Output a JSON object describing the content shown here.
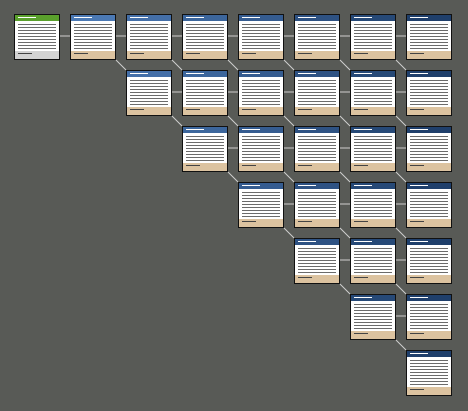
{
  "diagram": {
    "columns": 8,
    "rows": 7,
    "colors": {
      "background": "#585a56",
      "connector": "#cfcfcf",
      "root_header": "#5aa02c",
      "root_footer": "#d3d3d3",
      "node_header_start": "#4b79b4",
      "node_header_end": "#1f3f6b",
      "node_footer": "#dcc3a0"
    },
    "nodes": [
      {
        "col": 0,
        "row": 0,
        "kind": "root"
      },
      {
        "col": 1,
        "row": 0,
        "kind": "node"
      },
      {
        "col": 2,
        "row": 0,
        "kind": "node"
      },
      {
        "col": 3,
        "row": 0,
        "kind": "node"
      },
      {
        "col": 4,
        "row": 0,
        "kind": "node"
      },
      {
        "col": 5,
        "row": 0,
        "kind": "node"
      },
      {
        "col": 6,
        "row": 0,
        "kind": "node"
      },
      {
        "col": 7,
        "row": 0,
        "kind": "node"
      },
      {
        "col": 2,
        "row": 1,
        "kind": "node"
      },
      {
        "col": 3,
        "row": 1,
        "kind": "node"
      },
      {
        "col": 4,
        "row": 1,
        "kind": "node"
      },
      {
        "col": 5,
        "row": 1,
        "kind": "node"
      },
      {
        "col": 6,
        "row": 1,
        "kind": "node"
      },
      {
        "col": 7,
        "row": 1,
        "kind": "node"
      },
      {
        "col": 3,
        "row": 2,
        "kind": "node"
      },
      {
        "col": 4,
        "row": 2,
        "kind": "node"
      },
      {
        "col": 5,
        "row": 2,
        "kind": "node"
      },
      {
        "col": 6,
        "row": 2,
        "kind": "node"
      },
      {
        "col": 7,
        "row": 2,
        "kind": "node"
      },
      {
        "col": 4,
        "row": 3,
        "kind": "node"
      },
      {
        "col": 5,
        "row": 3,
        "kind": "node"
      },
      {
        "col": 6,
        "row": 3,
        "kind": "node"
      },
      {
        "col": 7,
        "row": 3,
        "kind": "node"
      },
      {
        "col": 5,
        "row": 4,
        "kind": "node"
      },
      {
        "col": 6,
        "row": 4,
        "kind": "node"
      },
      {
        "col": 7,
        "row": 4,
        "kind": "node"
      },
      {
        "col": 6,
        "row": 5,
        "kind": "node"
      },
      {
        "col": 7,
        "row": 5,
        "kind": "node"
      },
      {
        "col": 7,
        "row": 6,
        "kind": "node"
      }
    ]
  }
}
